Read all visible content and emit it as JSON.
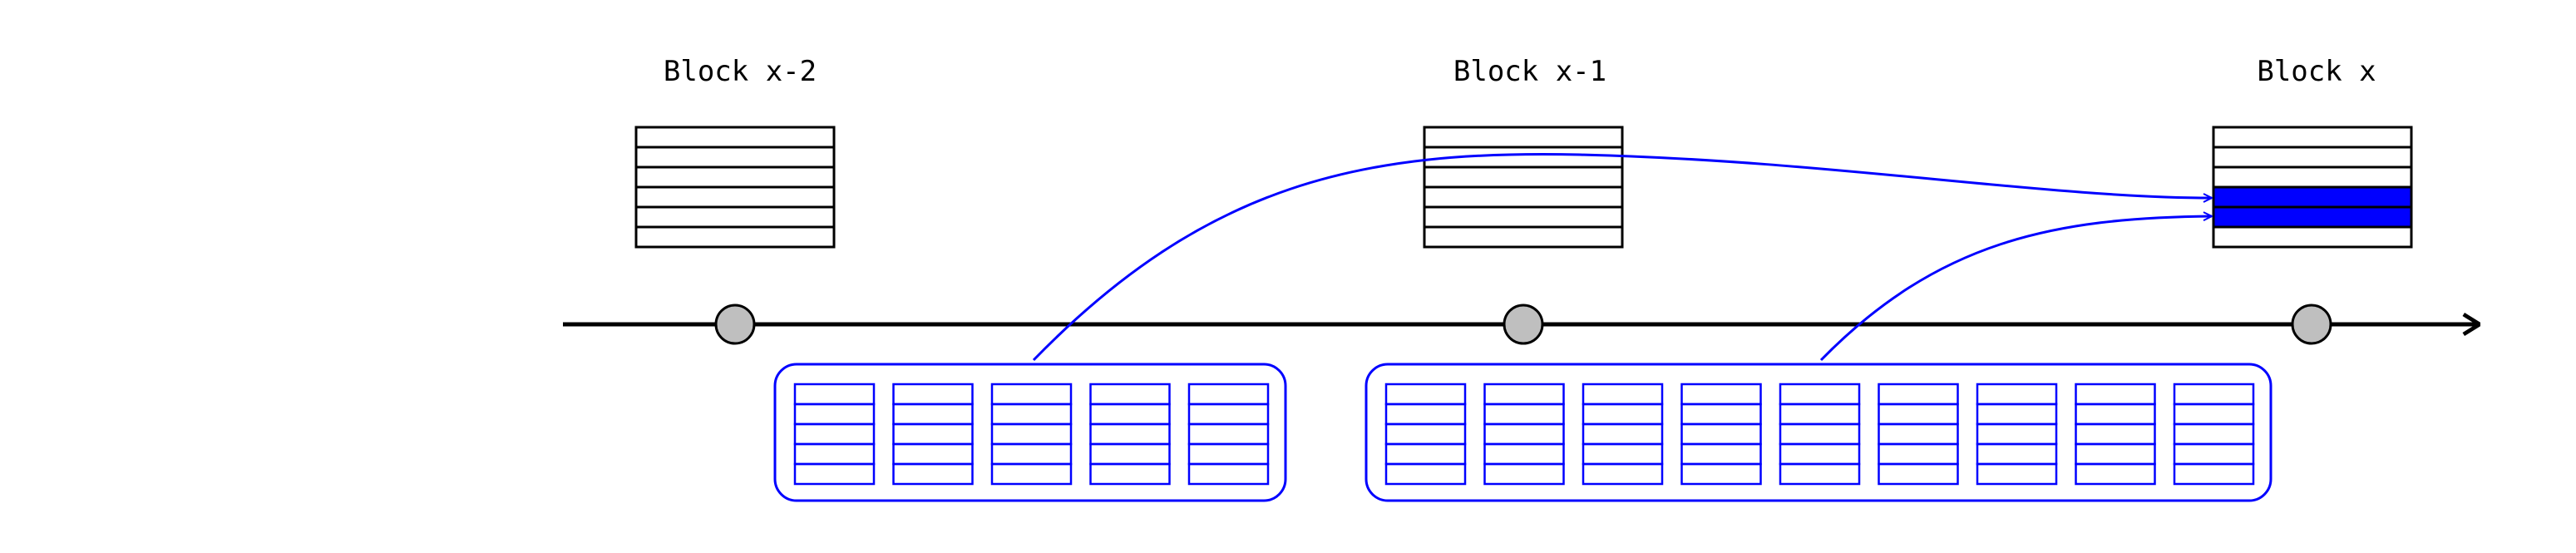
{
  "blocks": [
    {
      "label": "Block x-2",
      "rows": 6,
      "highlighted_rows": []
    },
    {
      "label": "Block x-1",
      "rows": 6,
      "highlighted_rows": []
    },
    {
      "label": "Block x",
      "rows": 6,
      "highlighted_rows": [
        3,
        4
      ]
    }
  ],
  "groups": [
    {
      "table_count": 5,
      "table_rows": 5
    },
    {
      "table_count": 9,
      "table_rows": 5
    }
  ],
  "colors": {
    "accent": "#0000ff",
    "line": "#000000",
    "node_fill": "#bfbfbf",
    "background": "#ffffff"
  }
}
